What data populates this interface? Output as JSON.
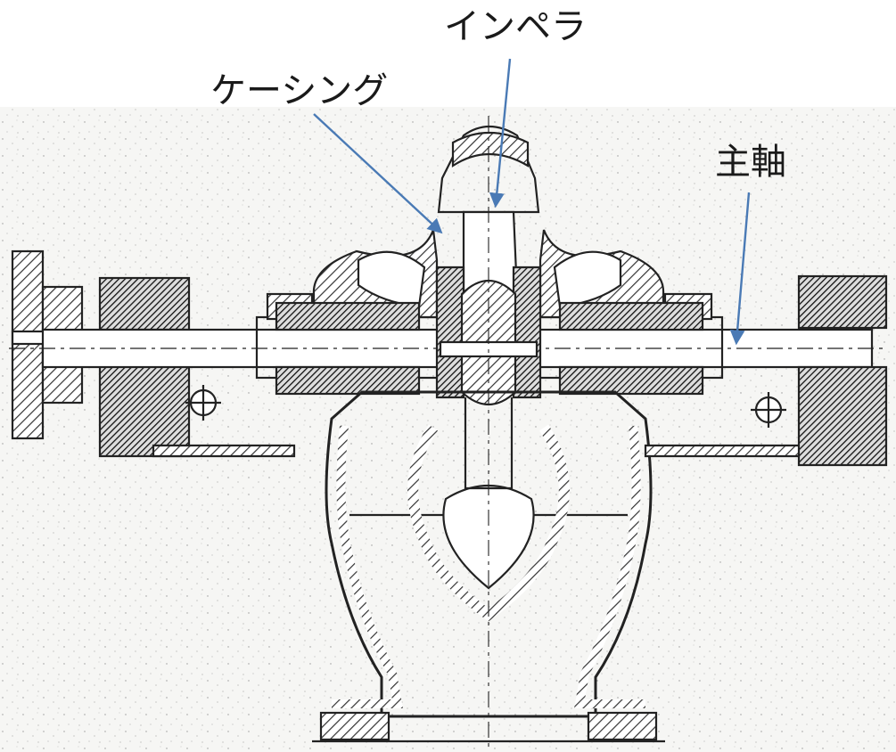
{
  "labels": {
    "impeller": "インペラ",
    "casing": "ケーシング",
    "shaft": "主軸"
  },
  "colors": {
    "ink": "#1a1a1a",
    "arrow": "#4a7ab5",
    "hatch": "#333333",
    "paper": "#f4f4f2"
  }
}
